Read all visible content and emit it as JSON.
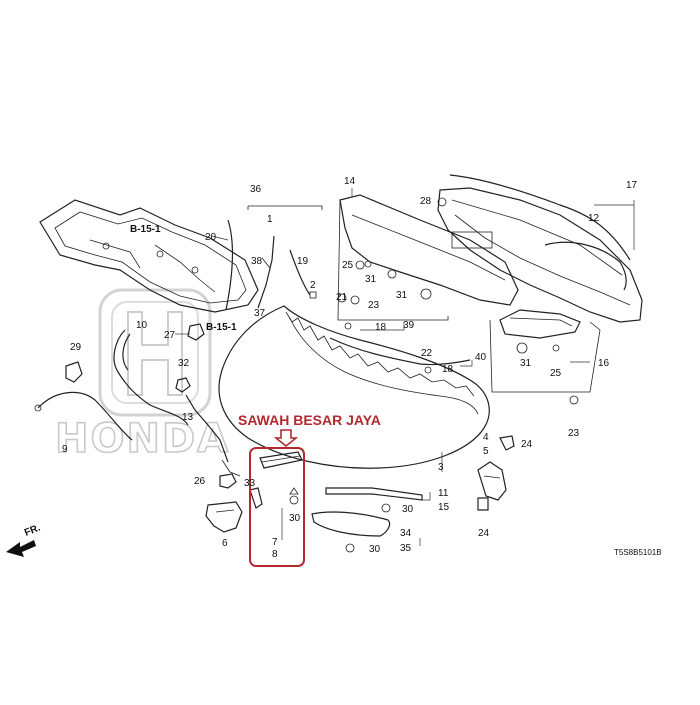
{
  "diagram": {
    "part_labels": [
      "1",
      "2",
      "3",
      "4",
      "5",
      "6",
      "7",
      "8",
      "9",
      "10",
      "11",
      "12",
      "13",
      "14",
      "15",
      "16",
      "17",
      "18",
      "18",
      "19",
      "20",
      "21",
      "22",
      "23",
      "23",
      "24",
      "24",
      "25",
      "25",
      "26",
      "27",
      "28",
      "29",
      "30",
      "30",
      "30",
      "31",
      "31",
      "31",
      "32",
      "33",
      "34",
      "35",
      "36",
      "37",
      "38",
      "39",
      "40"
    ],
    "section_refs": [
      "B-15-1",
      "B-15-1"
    ],
    "direction_label": "FR.",
    "drawing_code": "T5S8B5101B",
    "watermark": "HONDA",
    "shop_label": "SAWAH BESAR JAYA",
    "highlight_color": "#b22a30"
  }
}
